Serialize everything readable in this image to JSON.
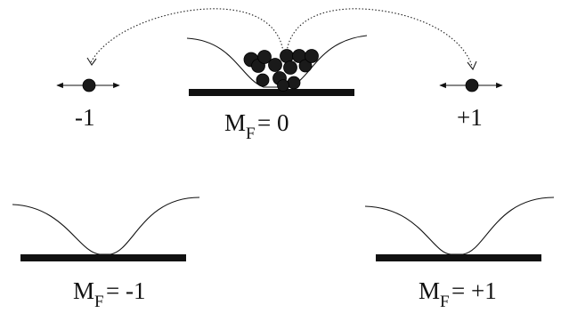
{
  "center": {
    "label_main": "M",
    "label_sub": "F",
    "label_value": "= 0"
  },
  "left_marker": {
    "text": "-1"
  },
  "right_marker": {
    "text": "+1"
  },
  "bottom_left": {
    "label_main": "M",
    "label_sub": "F",
    "label_value": "= -1"
  },
  "bottom_right": {
    "label_main": "M",
    "label_sub": "F",
    "label_value": "= +1"
  }
}
